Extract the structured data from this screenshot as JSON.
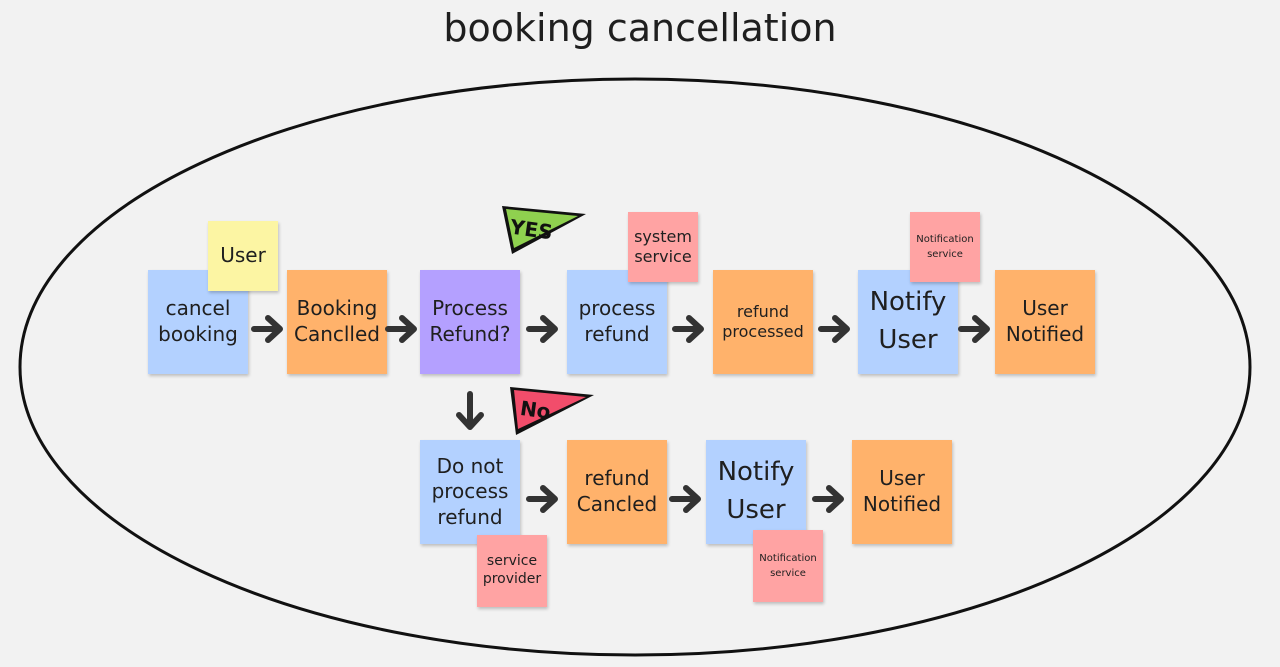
{
  "diagram": {
    "title": "booking cancellation"
  },
  "notes": {
    "user_actor": "User",
    "cancel_booking": "cancel booking",
    "booking_cancelled": "Booking Canclled",
    "process_refund_decision": "Process Refund?",
    "process_refund": "process refund",
    "system_service": "system service",
    "refund_processed": "refund processed",
    "notify_user_yes": "Notify User",
    "notification_service_top": "Notification service",
    "user_notified_yes": "User Notified",
    "do_not_process_refund": "Do not process refund",
    "service_provider": "service provider",
    "refund_cancelled": "refund Cancled",
    "notify_user_no": "Notify User",
    "notification_service_bottom": "Notification service",
    "user_notified_no": "User Notified"
  },
  "flags": {
    "yes_label": "YES",
    "no_label": "No"
  },
  "colors": {
    "blue": "#b3d1ff",
    "orange": "#ffb26b",
    "purple": "#b4a0ff",
    "yellow": "#fcf5a3",
    "pink": "#ffa3a3",
    "yes_flag": "#8fd14f",
    "no_flag": "#f24d6b"
  }
}
